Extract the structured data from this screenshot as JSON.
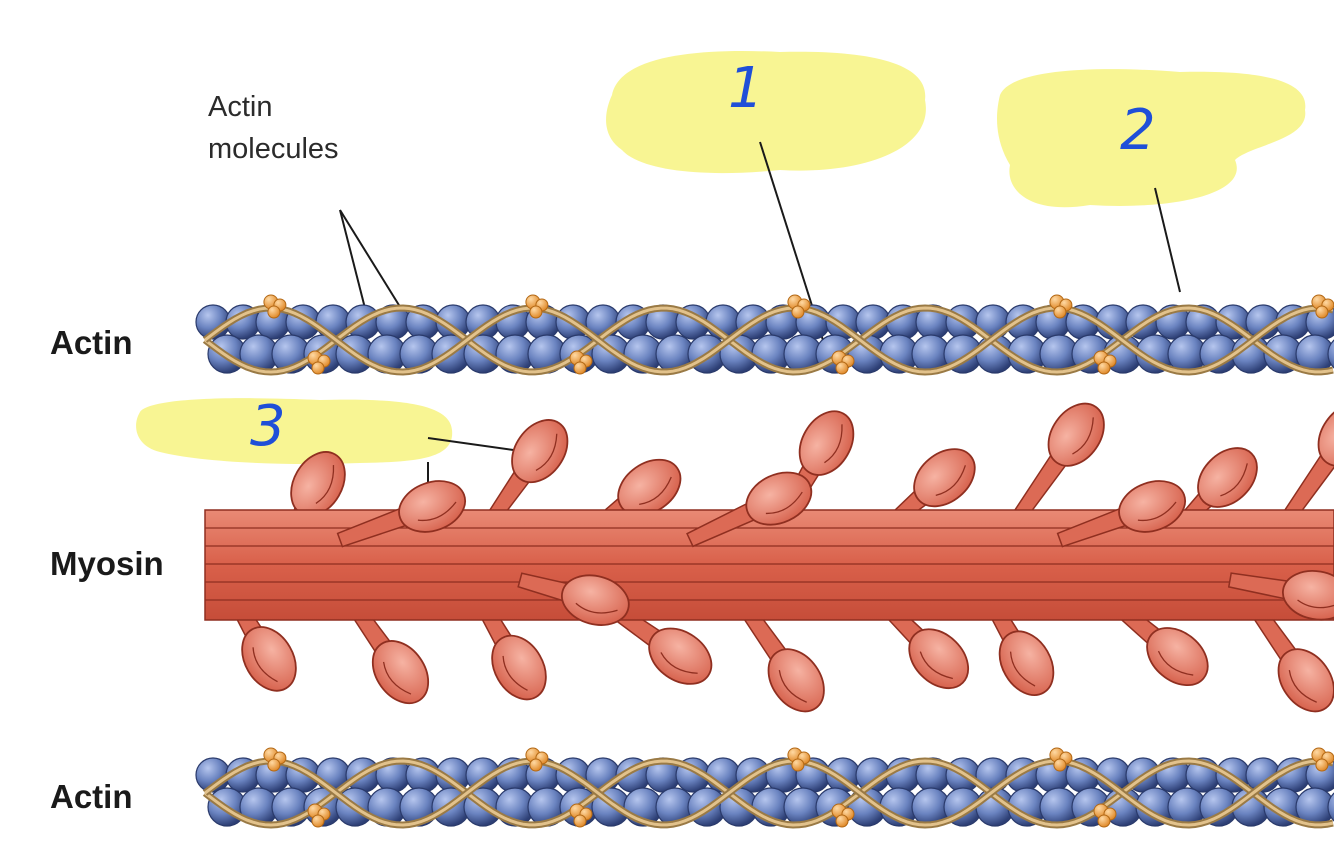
{
  "labels": {
    "actin_top": "Actin",
    "myosin": "Myosin",
    "actin_bottom": "Actin",
    "actin_molecules_line1": "Actin",
    "actin_molecules_line2": "molecules"
  },
  "annotations": {
    "n1": "1",
    "n2": "2",
    "n3": "3"
  },
  "colors": {
    "actin_bead": "#5f78b4",
    "actin_bead_dark": "#2f457e",
    "strand": "#c9a46d",
    "troponin": "#f2a247",
    "myosin": "#e06a55",
    "myosin_dark": "#b8432f",
    "highlight": "#f7f48a",
    "handwriting": "#1f4fd8"
  }
}
